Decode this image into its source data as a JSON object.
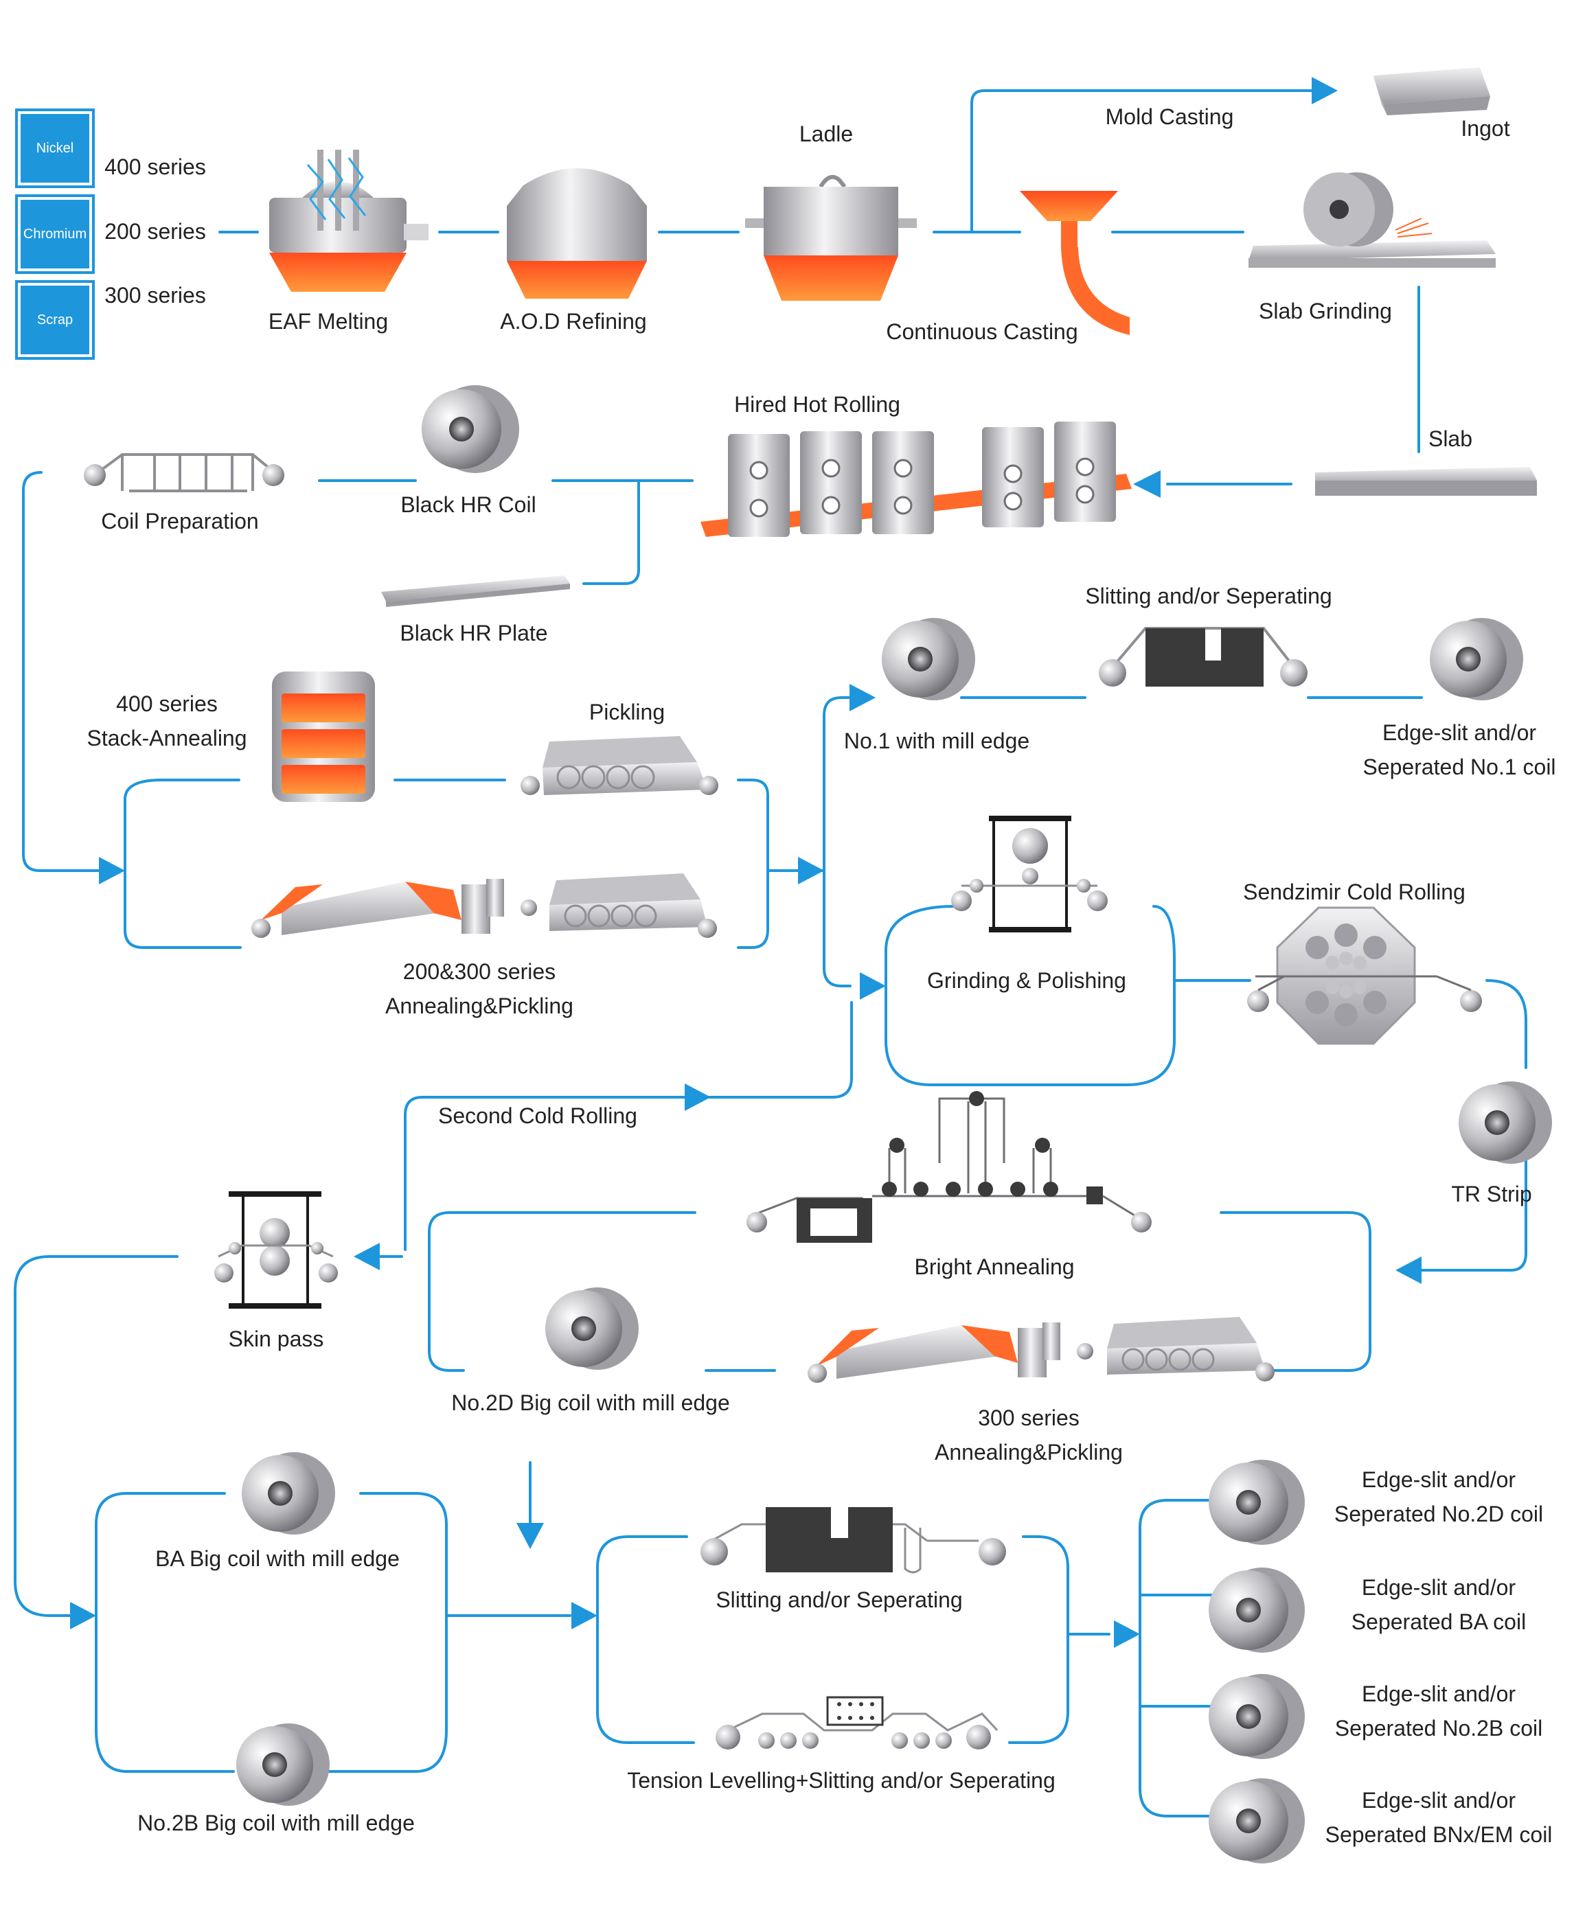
{
  "materials": [
    "Nickel",
    "Chromium",
    "Scrap"
  ],
  "series": [
    "400 series",
    "200 series",
    "300 series"
  ],
  "labels": {
    "eaf": "EAF Melting",
    "aod": "A.O.D Refining",
    "ladle": "Ladle",
    "mold": "Mold Casting",
    "ingot": "Ingot",
    "continuous": "Continuous Casting",
    "slab_grinding": "Slab Grinding",
    "slab": "Slab",
    "hot_rolling": "Hired Hot Rolling",
    "black_coil": "Black HR Coil",
    "coil_prep": "Coil Preparation",
    "black_plate": "Black HR Plate",
    "stack_annealing": [
      "400 series",
      "Stack-Annealing"
    ],
    "pickling": "Pickling",
    "ap_200_300": [
      "200&300 series",
      "Annealing&Pickling"
    ],
    "slitting_top": "Slitting and/or Seperating",
    "no1": "No.1 with mill edge",
    "edge_no1": [
      "Edge-slit and/or",
      "Seperated No.1 coil"
    ],
    "sendzimir": "Sendzimir Cold Rolling",
    "grinding": "Grinding & Polishing",
    "tr_strip": "TR Strip",
    "second_cold": "Second Cold Rolling",
    "bright": "Bright Annealing",
    "skin_pass": "Skin pass",
    "no2d": "No.2D Big coil with mill edge",
    "ap_300": [
      "300 series",
      "Annealing&Pickling"
    ],
    "ba_big": "BA Big coil with mill edge",
    "no2b_big": "No.2B Big coil with mill edge",
    "slitting_bottom": "Slitting and/or Seperating",
    "tension": "Tension Levelling+Slitting and/or Seperating",
    "edge_no2d": [
      "Edge-slit and/or",
      "Seperated No.2D coil"
    ],
    "edge_ba": [
      "Edge-slit and/or",
      "Seperated BA coil"
    ],
    "edge_no2b": [
      "Edge-slit and/or",
      "Seperated No.2B coil"
    ],
    "edge_bnx": [
      "Edge-slit and/or",
      "Seperated BNx/EM coil"
    ]
  },
  "colors": {
    "line": "#1e96dc",
    "steel": "#c8c8cc",
    "steel_dark": "#8e8e94",
    "molten": "#ff6a2a",
    "dark_block": "#3a3a3a"
  }
}
